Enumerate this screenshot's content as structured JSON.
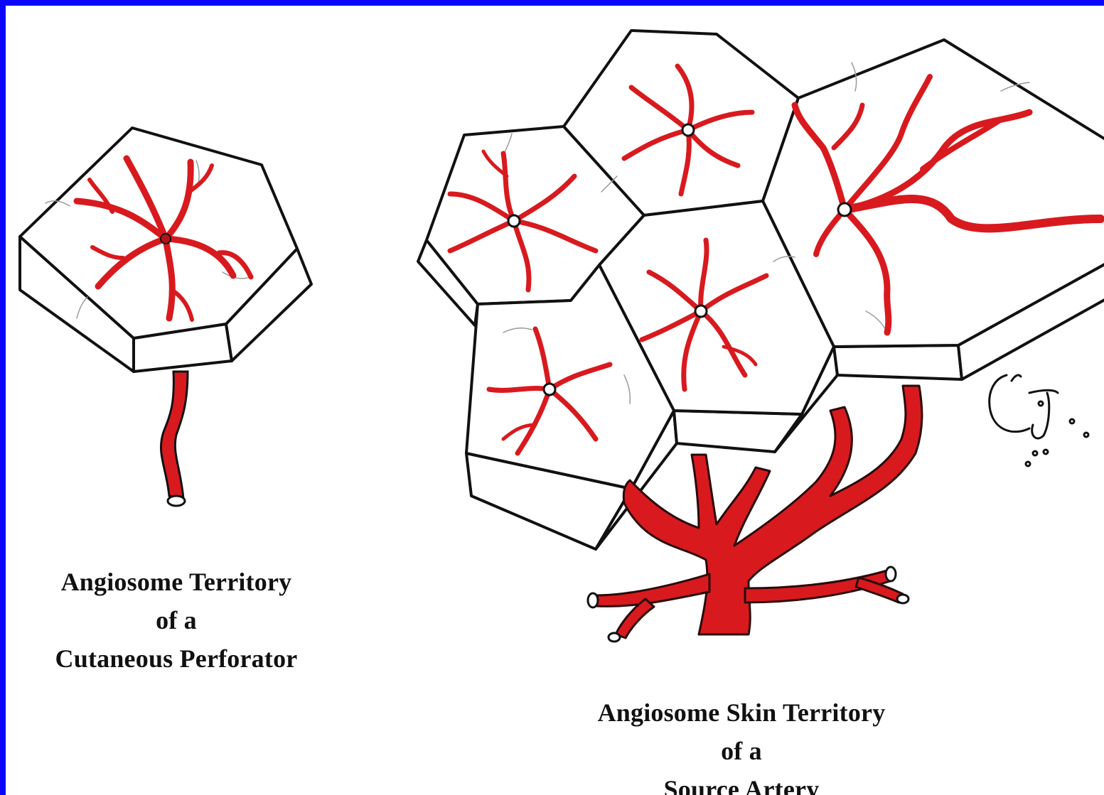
{
  "frame": {
    "border_color": "#0a06ff",
    "artery_color": "#d81a1f"
  },
  "captions": {
    "left": [
      "Angiosome Territory",
      "of a",
      "Cutaneous Perforator"
    ],
    "right": [
      "Angiosome Skin Territory",
      "of a",
      "Source Artery"
    ]
  },
  "signature": {
    "kind": "handwritten-signature"
  }
}
